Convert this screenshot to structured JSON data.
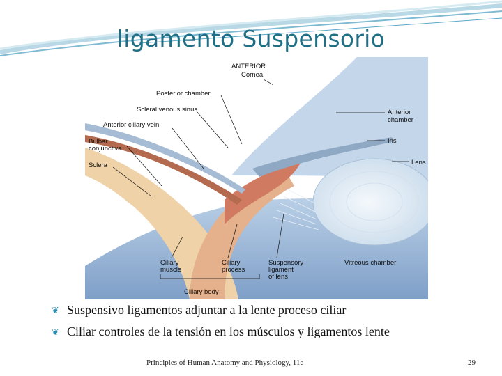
{
  "slide": {
    "title": "ligamento Suspensorio",
    "bullets": [
      "Suspensivo ligamentos adjuntar a la lente proceso ciliar",
      "Ciliar controles de la tensión en los músculos y ligamentos lente"
    ],
    "footer": "Principles of Human Anatomy and Physiology, 11e",
    "page_number": "29"
  },
  "diagram": {
    "labels": {
      "anterior": "ANTERIOR",
      "cornea": "Cornea",
      "posterior_chamber": "Posterior chamber",
      "scleral_venous_sinus": "Scleral venous sinus",
      "anterior_ciliary_vein": "Anterior ciliary vein",
      "bulbar_1": "Bulbar",
      "bulbar_2": "conjunctiva",
      "sclera": "Sclera",
      "anterior_chamber_1": "Anterior",
      "anterior_chamber_2": "chamber",
      "iris": "Iris",
      "lens": "Lens",
      "ciliary_muscle_1": "Ciliary",
      "ciliary_muscle_2": "muscle",
      "ciliary_process_1": "Ciliary",
      "ciliary_process_2": "process",
      "suspensory_1": "Suspensory",
      "suspensory_2": "ligament",
      "suspensory_3": "of lens",
      "vitreous_chamber": "Vitreous chamber",
      "ciliary_body": "Ciliary body"
    }
  },
  "colors": {
    "title": "#1f6f86",
    "bullet_marker": "#2a8ab0",
    "accent_swoosh": "#5aa9c8"
  }
}
